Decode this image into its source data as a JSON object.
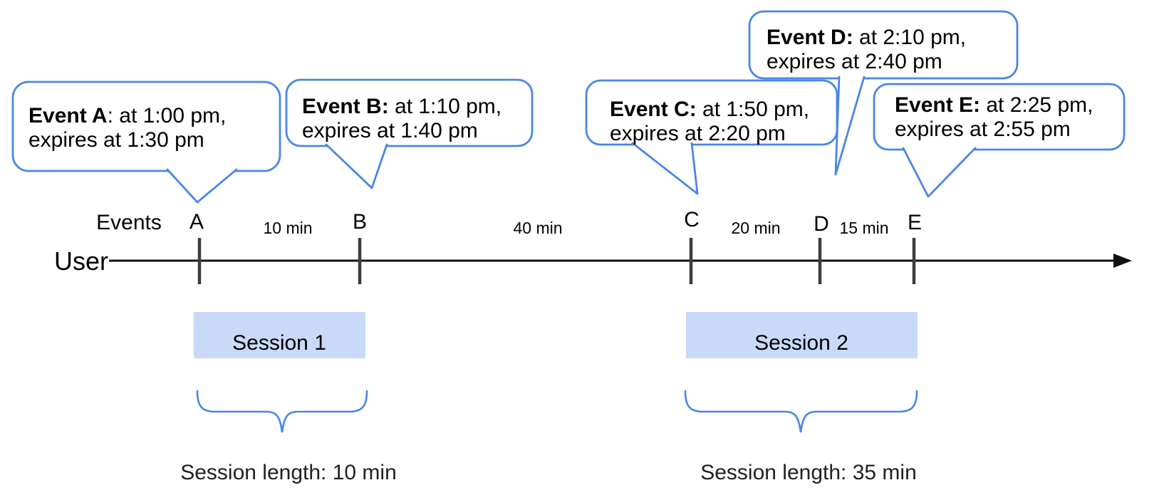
{
  "diagram": {
    "bubbles": [
      {
        "bold": "Event A",
        "rest": ": at 1:00 pm,",
        "line2": "expires at 1:30 pm"
      },
      {
        "bold": "Event B:",
        "rest": " at 1:10 pm,",
        "line2": "expires at 1:40 pm"
      },
      {
        "bold": "Event C:",
        "rest": " at 1:50 pm,",
        "line2": "expires at 2:20 pm"
      },
      {
        "bold": "Event D:",
        "rest": " at 2:10 pm,",
        "line2": "expires at 2:40 pm"
      },
      {
        "bold": "Event E:",
        "rest": " at 2:25 pm,",
        "line2": "expires at 2:55 pm"
      }
    ],
    "axis": {
      "user_label": "User",
      "events_label": "Events",
      "ticks": [
        "A",
        "B",
        "C",
        "D",
        "E"
      ],
      "intervals": [
        "10 min",
        "40 min",
        "20 min",
        "15 min"
      ]
    },
    "sessions": [
      {
        "label": "Session 1",
        "length": "Session length: 10 min"
      },
      {
        "label": "Session 2",
        "length": "Session length: 35 min"
      }
    ],
    "colors": {
      "bubble_border": "#4a86e8",
      "brace_blue": "#4a86e8",
      "session_fill": "#c9daf8",
      "axis_black": "#111111",
      "tick_gray": "#3d3d3d"
    }
  }
}
